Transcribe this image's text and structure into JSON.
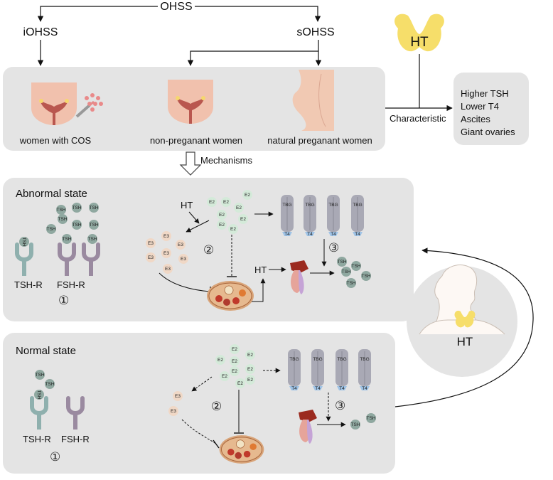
{
  "top": {
    "ohss": "OHSS",
    "iohss": "iOHSS",
    "sohss": "sOHSS",
    "ht": "HT"
  },
  "panel_top": {
    "women_cos": "women with COS",
    "non_pregnant": "non-preganant women",
    "natural_pregnant": "natural preganant women"
  },
  "characteristic": {
    "label": "Characteristic",
    "items": [
      "Higher TSH",
      "Lower T4",
      "Ascites",
      "Giant ovaries"
    ]
  },
  "mechanisms_label": "Mechanisms",
  "abnormal": {
    "title": "Abnormal state",
    "ht_top": "HT",
    "ht_mid": "HT",
    "tsh_r": "TSH-R",
    "fsh_r": "FSH-R",
    "num1": "①",
    "num2": "②",
    "num3": "③"
  },
  "normal": {
    "title": "Normal state",
    "tsh_r": "TSH-R",
    "fsh_r": "FSH-R",
    "num1": "①",
    "num2": "②",
    "num3": "③"
  },
  "person_ht": "HT",
  "molecules": {
    "tsh": "TSH",
    "e2": "E2",
    "e3": "E3",
    "tbg": "TBG",
    "t4": "T4"
  },
  "colors": {
    "panel": "#e4e4e4",
    "tsh": "#8fa8a0",
    "e2": "#d4ead9",
    "e3": "#f0d8c6",
    "tbg": "#a7a7b3",
    "t4": "#9fc3e6",
    "tsh_receptor": "#8fb0ae",
    "fsh_receptor": "#9a8aa0",
    "thyroid": "#f6de6a"
  }
}
